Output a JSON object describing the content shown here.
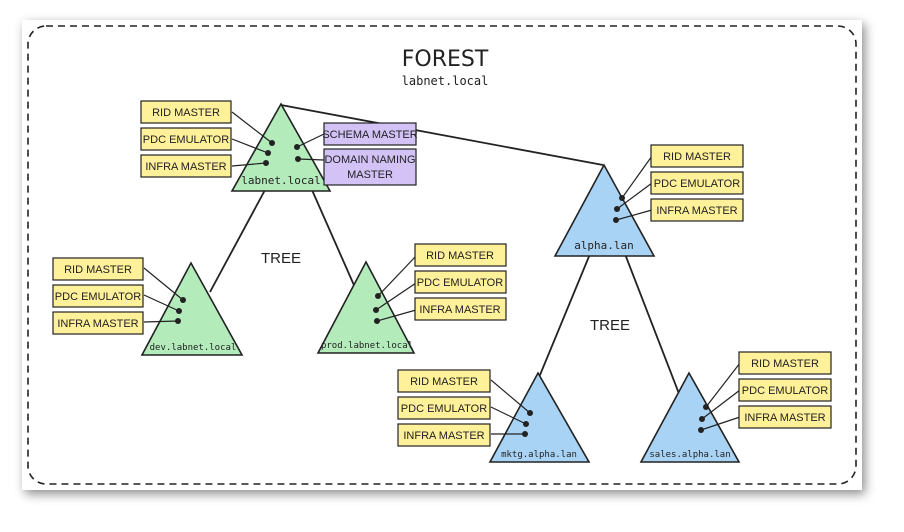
{
  "forest": {
    "title": "FOREST",
    "domain": "labnet.local"
  },
  "labels": {
    "tree_left": "TREE",
    "tree_right": "TREE"
  },
  "colors": {
    "green": "#b3ebbb",
    "blue": "#a9d3f5",
    "yellow": "#fff09a",
    "purple": "#d3c2f6",
    "stroke": "#222222"
  },
  "domains": {
    "labnet": {
      "name": "labnet.local",
      "roles": [
        "RID MASTER",
        "PDC EMULATOR",
        "INFRA MASTER"
      ],
      "forest_roles": [
        "SCHEMA MASTER",
        "DOMAIN NAMING",
        "MASTER"
      ]
    },
    "dev": {
      "name": "dev.labnet.local",
      "roles": [
        "RID MASTER",
        "PDC EMULATOR",
        "INFRA MASTER"
      ]
    },
    "prod": {
      "name": "prod.labnet.local",
      "roles": [
        "RID MASTER",
        "PDC EMULATOR",
        "INFRA MASTER"
      ]
    },
    "alpha": {
      "name": "alpha.lan",
      "roles": [
        "RID MASTER",
        "PDC EMULATOR",
        "INFRA MASTER"
      ]
    },
    "mktg": {
      "name": "mktg.alpha.lan",
      "roles": [
        "RID MASTER",
        "PDC EMULATOR",
        "INFRA MASTER"
      ]
    },
    "sales": {
      "name": "sales.alpha.lan",
      "roles": [
        "RID MASTER",
        "PDC EMULATOR",
        "INFRA MASTER"
      ]
    }
  }
}
